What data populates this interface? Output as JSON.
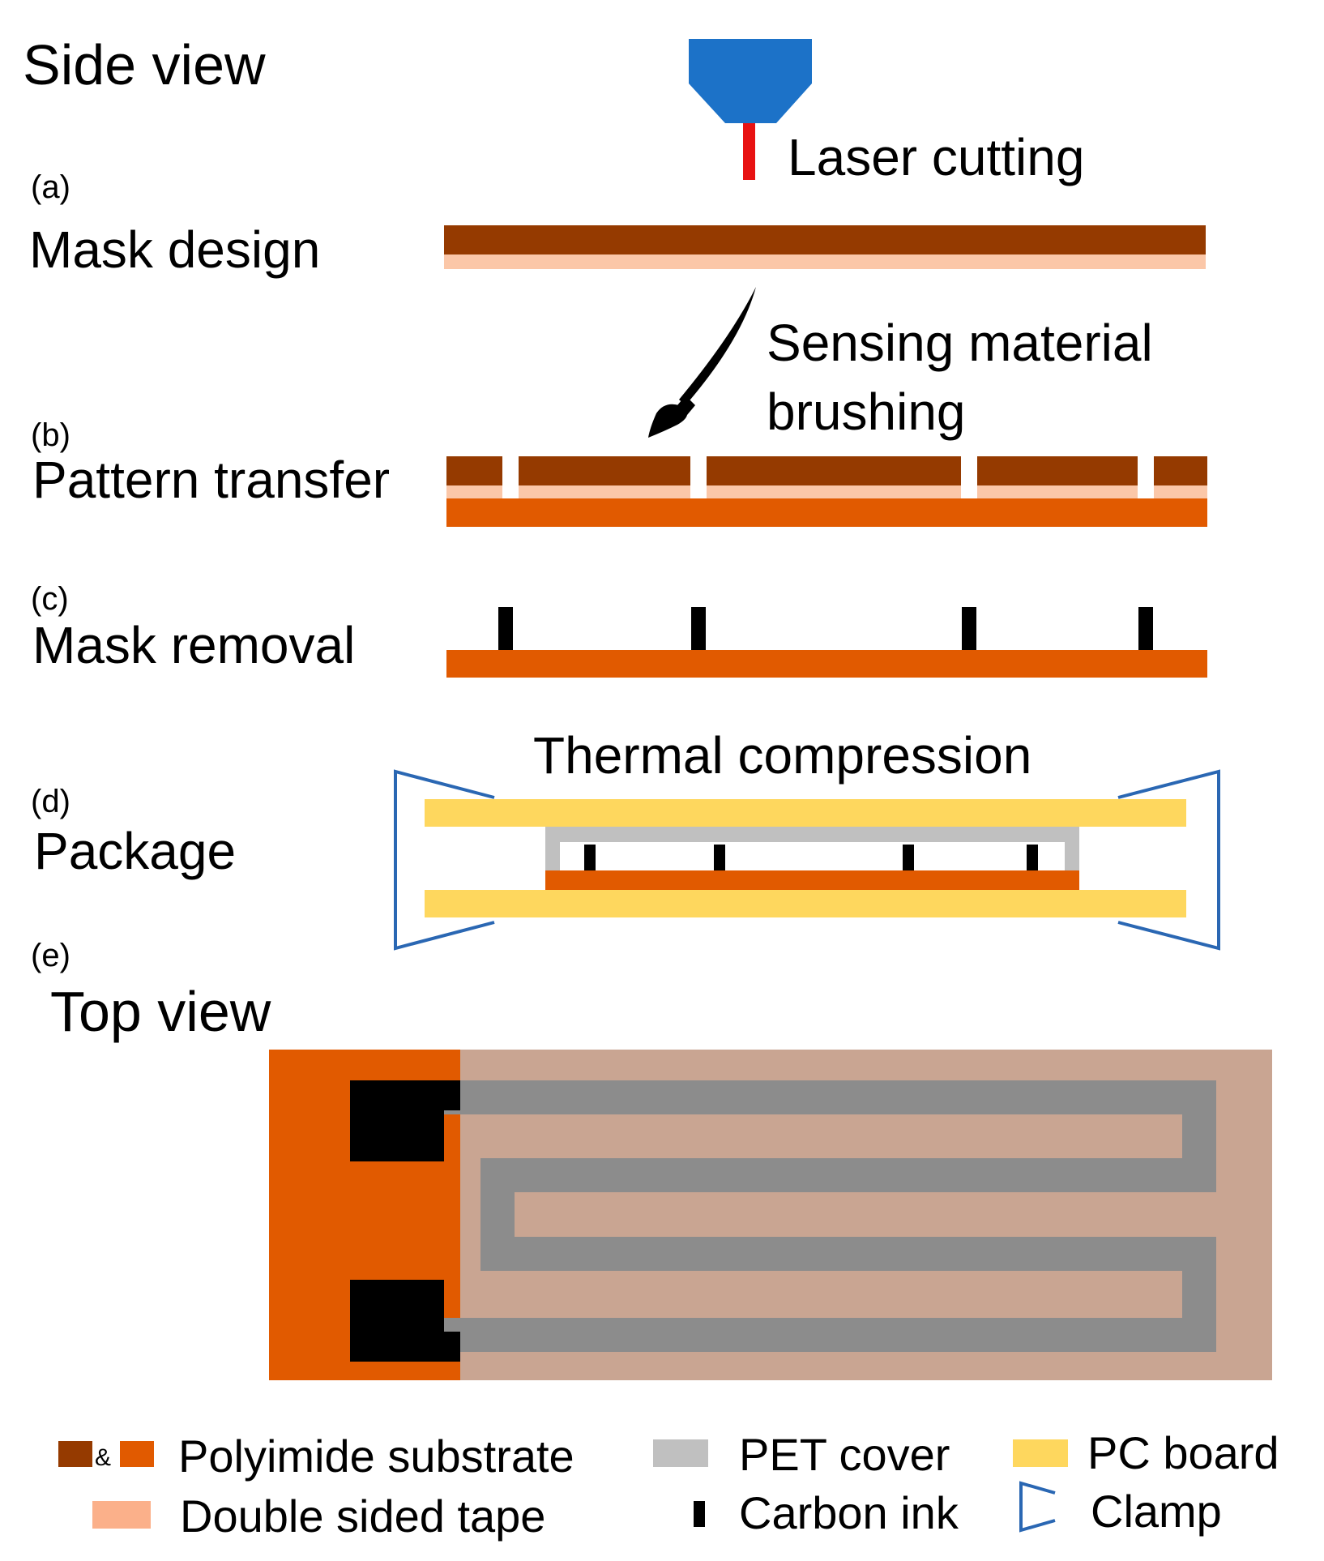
{
  "colors": {
    "polyimide_dark": "#953a00",
    "polyimide": "#e15a00",
    "tape": "#fbc7a8",
    "pet": "#c0c0c0",
    "pcb": "#fed75e",
    "ink": "#000000",
    "clamp": "#2a67b3",
    "nozzle": "#1c72c8",
    "laser": "#e81212",
    "topview_tape": "#c9a592",
    "topview_trace": "#8c8c8c"
  },
  "headings": {
    "side_view": "Side view",
    "top_view": "Top view"
  },
  "steps": {
    "a": {
      "tag": "(a)",
      "label": "Mask design"
    },
    "b": {
      "tag": "(b)",
      "label": "Pattern transfer"
    },
    "c": {
      "tag": "(c)",
      "label": "Mask removal"
    },
    "d": {
      "tag": "(d)",
      "label": "Package"
    },
    "e": {
      "tag": "(e)"
    }
  },
  "annotations": {
    "laser": "Laser cutting",
    "brush_line1": "Sensing material",
    "brush_line2": "brushing",
    "thermal": "Thermal compression"
  },
  "legend": {
    "ampersand": "&",
    "polyimide": "Polyimide substrate",
    "tape": "Double sided tape",
    "pet": "PET cover",
    "ink": "Carbon ink",
    "pcb": "PC board",
    "clamp": "Clamp"
  }
}
